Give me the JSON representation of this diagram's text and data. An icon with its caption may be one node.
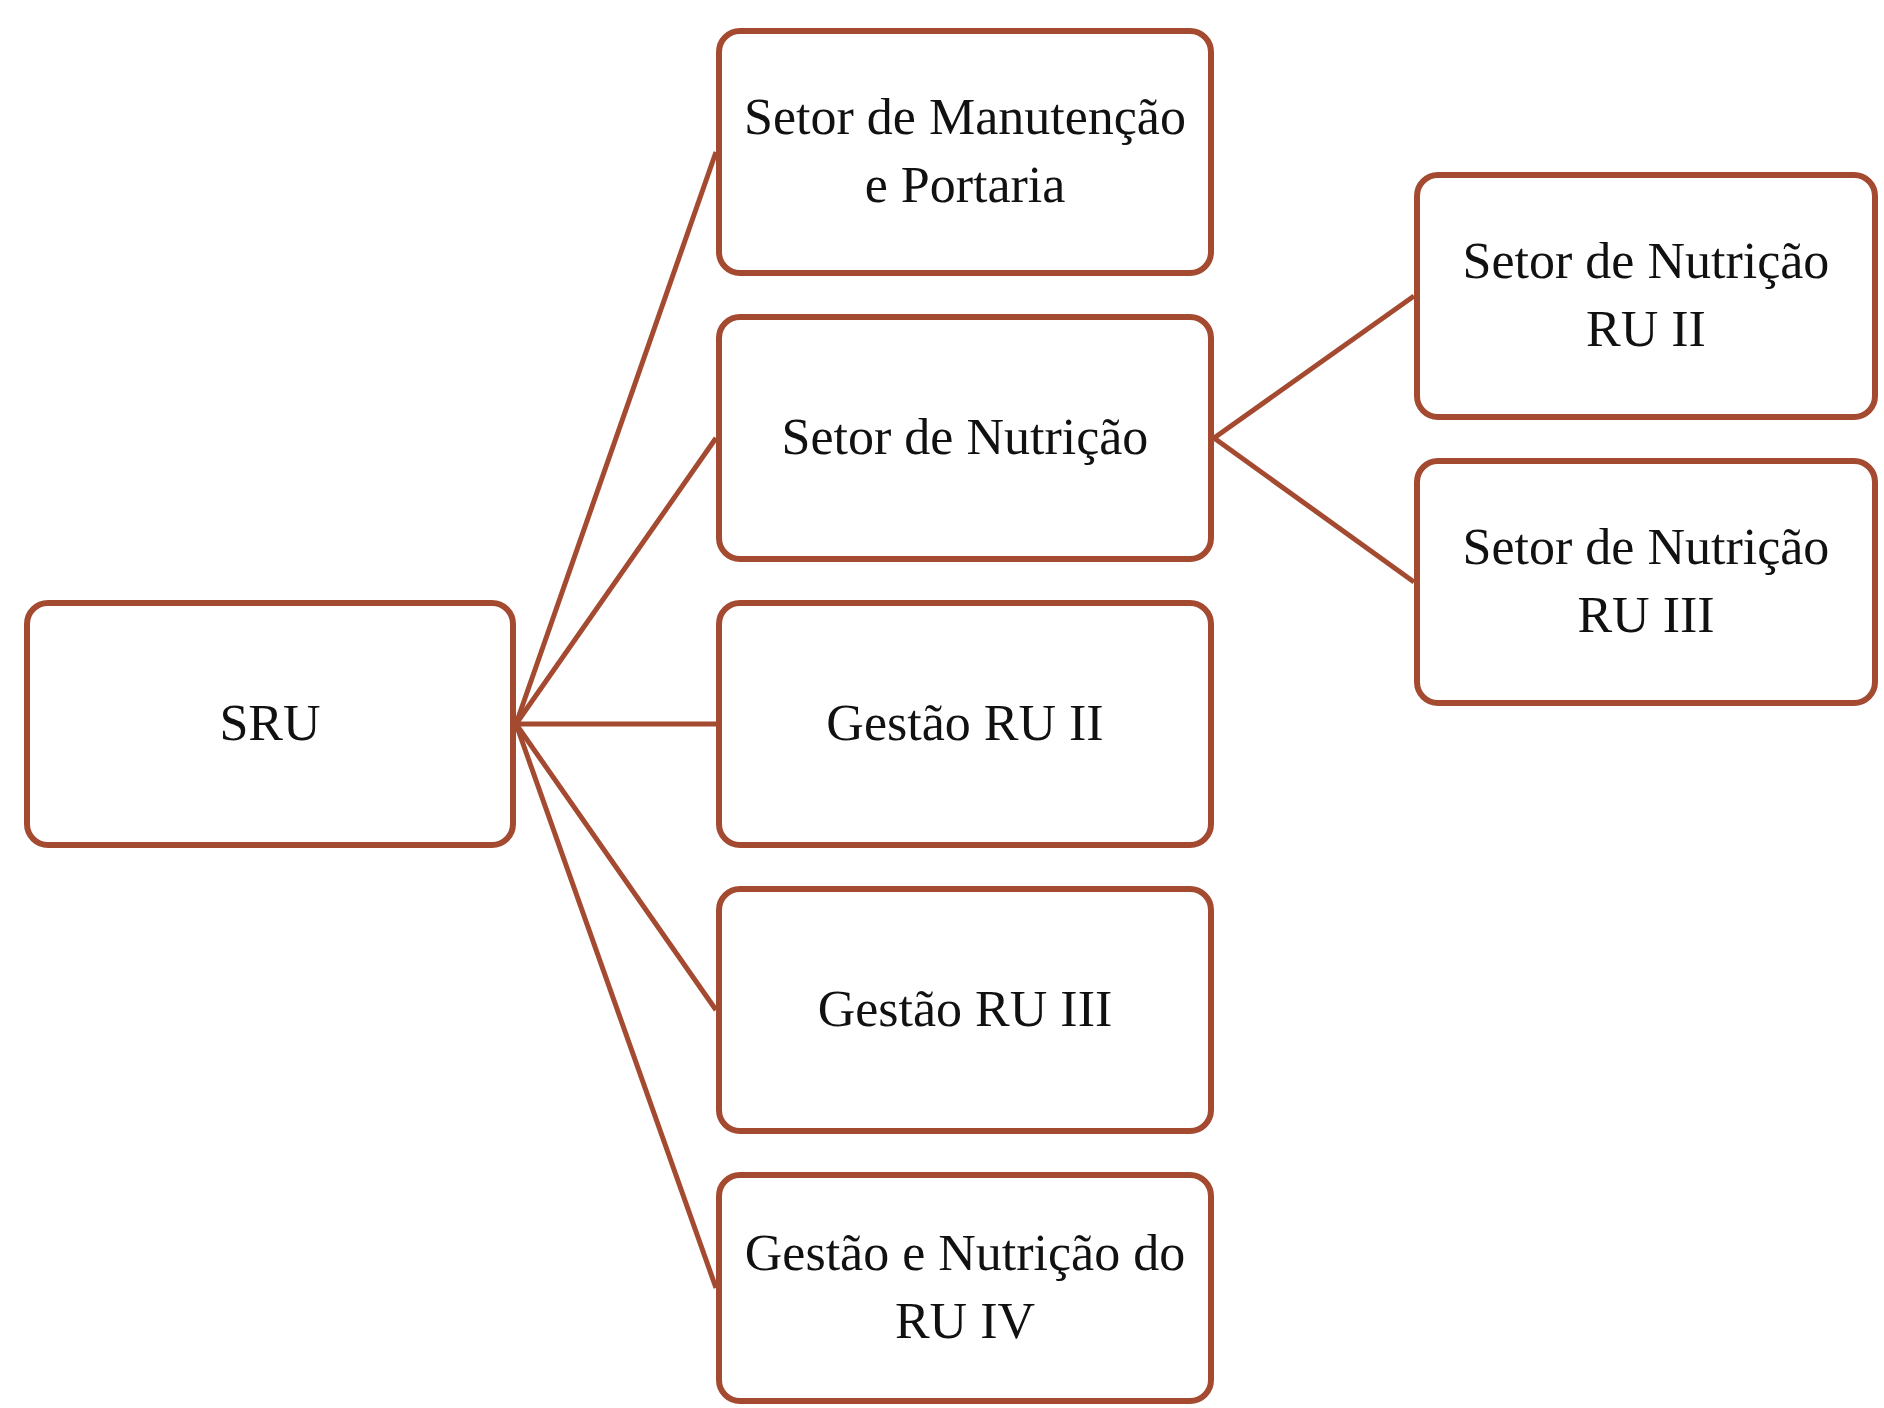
{
  "diagram": {
    "nodes": [
      {
        "text": [
          "SRU"
        ]
      },
      {
        "text": [
          "Setor de Manutenção e Portaria"
        ]
      },
      {
        "text": [
          "Setor de Nutrição"
        ]
      },
      {
        "text": [
          "Gestão RU II"
        ]
      },
      {
        "text": [
          "Gestão RU III"
        ]
      },
      {
        "text": [
          "Gestão e Nutrição do RU IV"
        ]
      },
      {
        "text": [
          "Setor de Nutrição RU II"
        ]
      },
      {
        "text": [
          "Setor de Nutrição RU III"
        ]
      }
    ],
    "edges": [
      {
        "from": 0,
        "to": 1,
        "arrow": "none"
      },
      {
        "from": 0,
        "to": 2,
        "arrow": "none"
      },
      {
        "from": 0,
        "to": 3,
        "arrow": "none"
      },
      {
        "from": 0,
        "to": 4,
        "arrow": "none"
      },
      {
        "from": 0,
        "to": 5,
        "arrow": "none"
      },
      {
        "from": 2,
        "to": 6,
        "arrow": "none"
      },
      {
        "from": 2,
        "to": 7,
        "arrow": "none"
      }
    ]
  }
}
